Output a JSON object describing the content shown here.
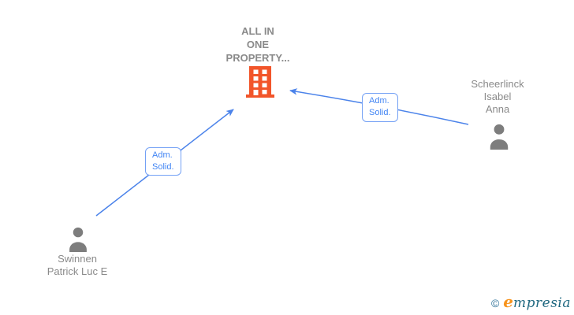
{
  "diagram": {
    "company": {
      "name_lines": [
        "ALL IN",
        "ONE",
        "PROPERTY..."
      ],
      "full_name": "ALL IN ONE PROPERTY...",
      "icon": "building-icon",
      "icon_color": "#f2552a"
    },
    "persons": [
      {
        "name_lines": [
          "Swinnen",
          "Patrick Luc E"
        ],
        "full_name": "Swinnen Patrick Luc E",
        "icon": "person-icon",
        "icon_color": "#7d7d7d"
      },
      {
        "name_lines": [
          "Scheerlinck",
          "Isabel",
          "Anna"
        ],
        "full_name": "Scheerlinck Isabel Anna",
        "icon": "person-icon",
        "icon_color": "#7d7d7d"
      }
    ],
    "edges": [
      {
        "from": "Swinnen Patrick Luc E",
        "to": "ALL IN ONE PROPERTY...",
        "label_line1": "Adm.",
        "label_line2": "Solid."
      },
      {
        "from": "Scheerlinck Isabel Anna",
        "to": "ALL IN ONE PROPERTY...",
        "label_line1": "Adm.",
        "label_line2": "Solid."
      }
    ],
    "colors": {
      "edge_line": "#4b83ea",
      "edge_label_text": "#4285f4",
      "edge_label_border": "#74a1f5",
      "node_text": "#8a8a8a",
      "company_icon": "#f2552a",
      "person_icon": "#7d7d7d"
    }
  },
  "footer": {
    "copyright_symbol": "©",
    "brand_initial": "e",
    "brand_rest": "mpresia"
  }
}
